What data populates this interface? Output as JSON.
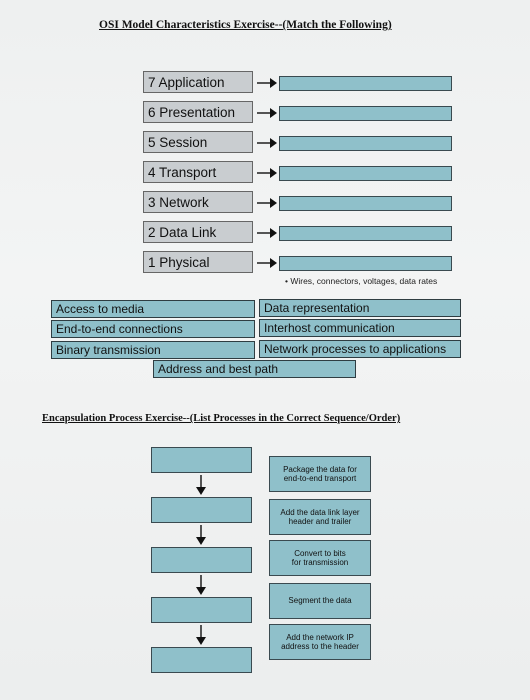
{
  "osi_title": "OSI Model Characteristics Exercise--(Match the Following)",
  "layers": [
    {
      "label": "7 Application"
    },
    {
      "label": "6 Presentation"
    },
    {
      "label": "5   Session"
    },
    {
      "label": "4  Transport"
    },
    {
      "label": "3   Network"
    },
    {
      "label": "2  Data Link"
    },
    {
      "label": "1   Physical"
    }
  ],
  "physical_note": "• Wires, connectors, voltages, data rates",
  "characteristics": {
    "access_to_media": "Access to media",
    "data_representation": "Data representation",
    "end_to_end": "End-to-end connections",
    "interhost": "Interhost communication",
    "binary": "Binary transmission",
    "network_processes": "Network processes to applications",
    "address_best_path": "Address and best path"
  },
  "encap_title": "Encapsulation Process Exercise--(List Processes in the Correct Sequence/Order)",
  "processes": [
    "Package the data for\nend-to-end transport",
    "Add the data link layer\nheader and trailer",
    "Convert to bits\nfor transmission",
    "Segment the data",
    "Add the network IP\naddress to the header"
  ],
  "colors": {
    "box_fill": "#8fc0ca",
    "layer_fill": "#c9cdd0"
  }
}
